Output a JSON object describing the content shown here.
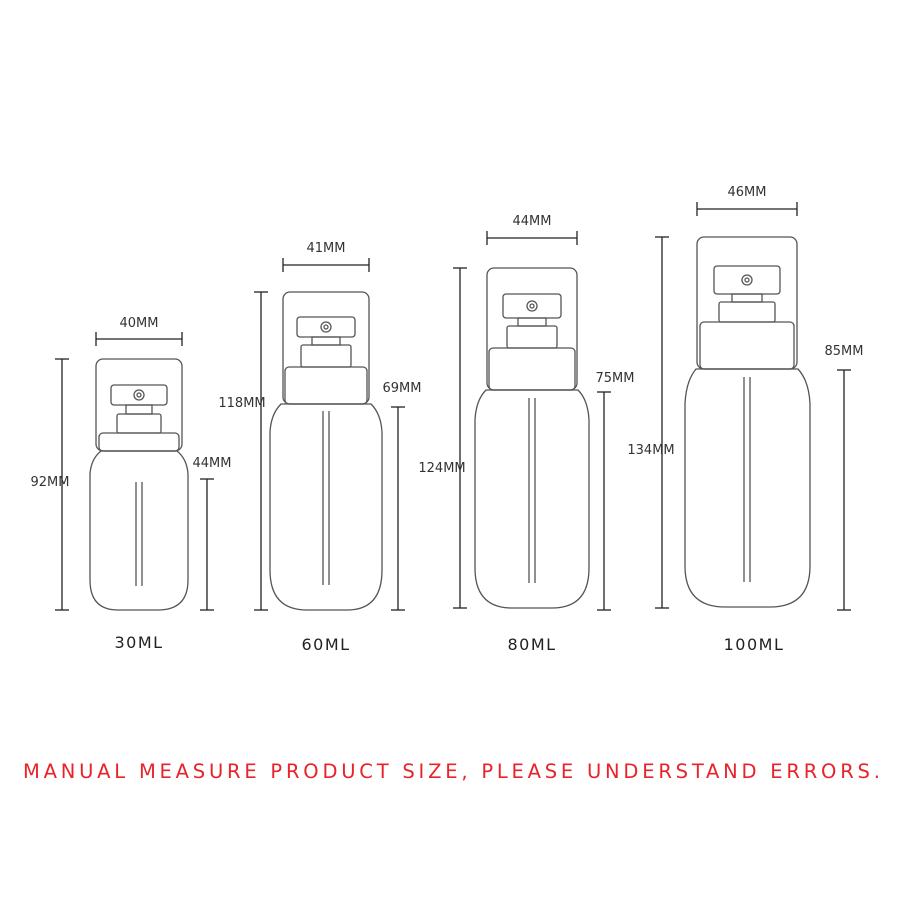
{
  "colors": {
    "outline": "#555555",
    "dimension_line": "#222222",
    "notice": "#e8232a"
  },
  "bottles": [
    {
      "capacity": "30ML",
      "width_label": "40MM",
      "total_height_label": "92MM",
      "body_height_label": "44MM"
    },
    {
      "capacity": "60ML",
      "width_label": "41MM",
      "total_height_label": "118MM",
      "body_height_label": "69MM"
    },
    {
      "capacity": "80ML",
      "width_label": "44MM",
      "total_height_label": "124MM",
      "body_height_label": "75MM"
    },
    {
      "capacity": "100ML",
      "width_label": "46MM",
      "total_height_label": "134MM",
      "body_height_label": "85MM"
    }
  ],
  "notice": "MANUAL MEASURE PRODUCT SIZE, PLEASE UNDERSTAND ERRORS."
}
